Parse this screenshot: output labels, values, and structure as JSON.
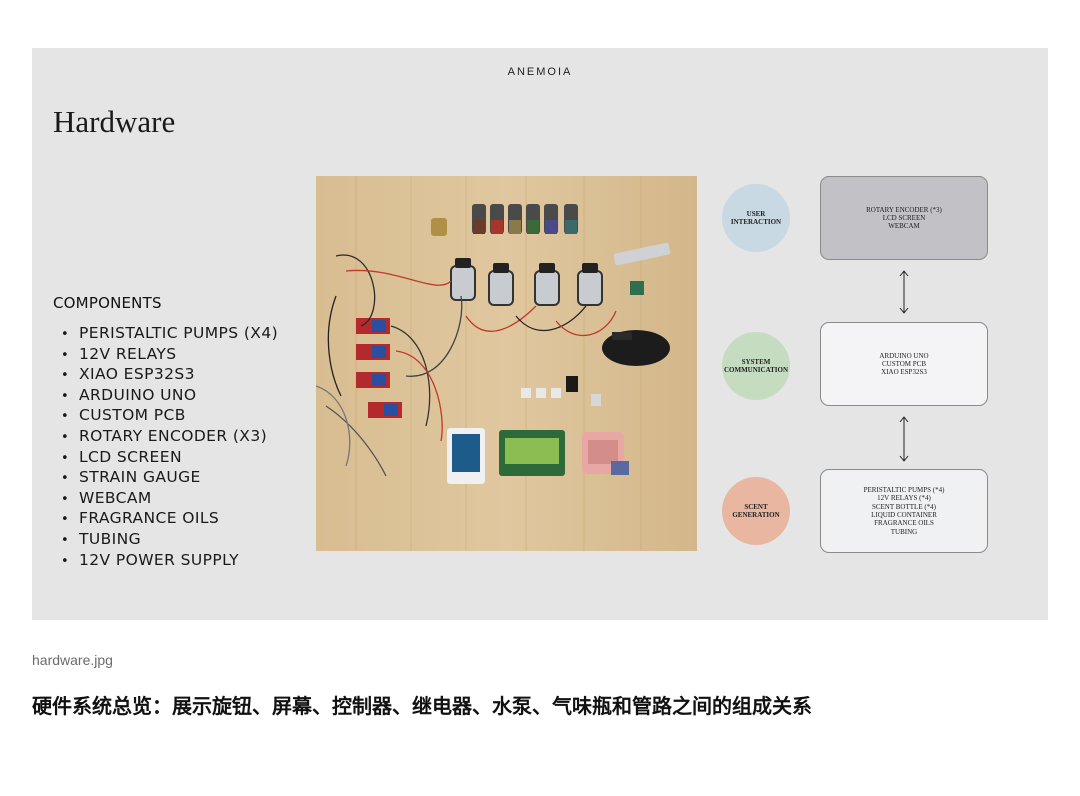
{
  "slide": {
    "brand": "ANEMOIA",
    "title": "Hardware",
    "components_heading": "COMPONENTS",
    "components": [
      "PERISTALTIC PUMPS (X4)",
      "12V RELAYS",
      "XIAO ESP32S3",
      "ARDUINO UNO",
      "CUSTOM PCB",
      "ROTARY ENCODER (X3)",
      "LCD SCREEN",
      "STRAIN GAUGE",
      "WEBCAM",
      "FRAGRANCE OILS",
      "TUBING",
      "12V POWER SUPPLY"
    ]
  },
  "diagram": {
    "groups": [
      {
        "circle_lines": [
          "USER",
          "INTERACTION"
        ],
        "circle_color": "#c8d9e3",
        "box_lines": [
          "ROTARY ENCODER (*3)",
          "LCD SCREEN",
          "WEBCAM"
        ],
        "box_color": "#c2c1c5"
      },
      {
        "circle_lines": [
          "SYSTEM",
          "COMMUNICATION"
        ],
        "circle_color": "#c5dcc1",
        "box_lines": [
          "ARDUINO UNO",
          "CUSTOM PCB",
          "XIAO ESP32S3"
        ],
        "box_color": "#f4f4f6"
      },
      {
        "circle_lines": [
          "SCENT",
          "GENERATION"
        ],
        "circle_color": "#e9b6a1",
        "box_lines": [
          "PERISTALTIC PUMPS (*4)",
          "12V RELAYS (*4)",
          "SCENT BOTTLE (*4)",
          "LIQUID CONTAINER",
          "FRAGRANCE OILS",
          "TUBING"
        ],
        "box_color": "#f0f1f2"
      }
    ]
  },
  "photo": {
    "icon": "hardware-photo"
  },
  "footer": {
    "filename": "hardware.jpg",
    "caption": "硬件系统总览：展示旋钮、屏幕、控制器、继电器、水泵、气味瓶和管路之间的组成关系"
  }
}
